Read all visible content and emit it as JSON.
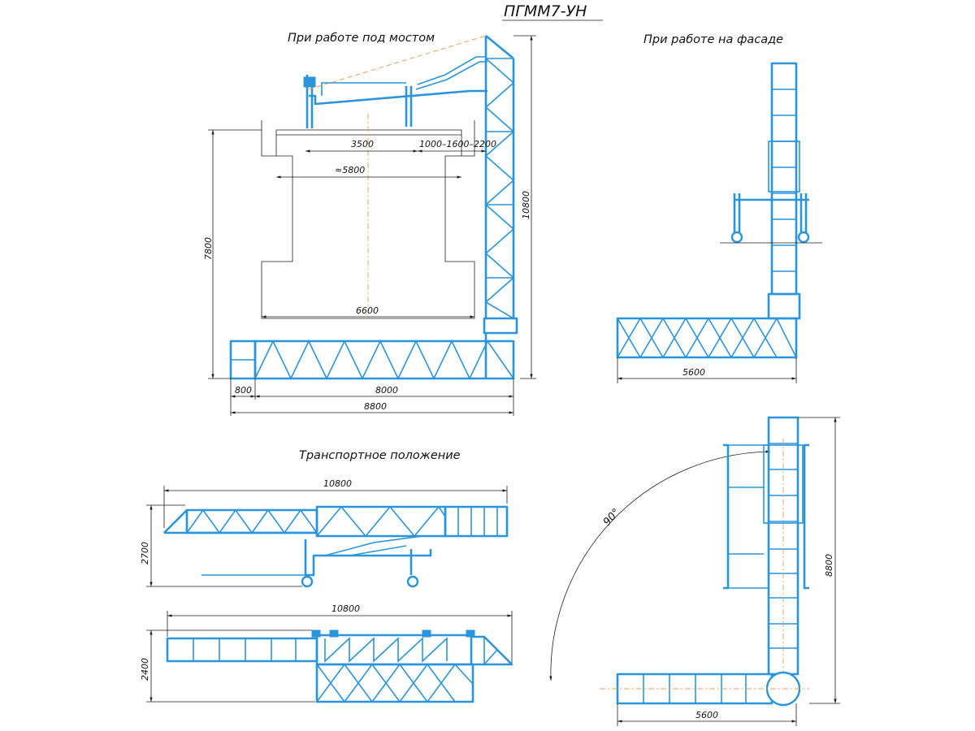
{
  "sheet": {
    "title": "ПГММ7-УН",
    "colors": {
      "structure": "#2a94dc",
      "dimension": "#1c1c1c",
      "centerline": "#e8a050",
      "background": "#ffffff"
    }
  },
  "views": {
    "under_bridge": {
      "caption": "При работе под мостом",
      "dims": {
        "span_inner": "3500",
        "span_outer": "1000–1600–2200",
        "width_approx": "≈5800",
        "bridge_bottom": "6600",
        "height_left": "7800",
        "height_right": "10800",
        "base_left": "800",
        "base_main": "8000",
        "base_total": "8800"
      }
    },
    "facade": {
      "caption": "При работе на фасаде",
      "dims": {
        "base": "5600"
      }
    },
    "transport": {
      "caption": "Транспортное положение",
      "side": {
        "length": "10800",
        "height": "2700"
      },
      "top": {
        "length": "10800",
        "width": "2400"
      }
    },
    "plan": {
      "dims": {
        "angle": "90°",
        "height": "8800",
        "base": "5600"
      }
    }
  }
}
